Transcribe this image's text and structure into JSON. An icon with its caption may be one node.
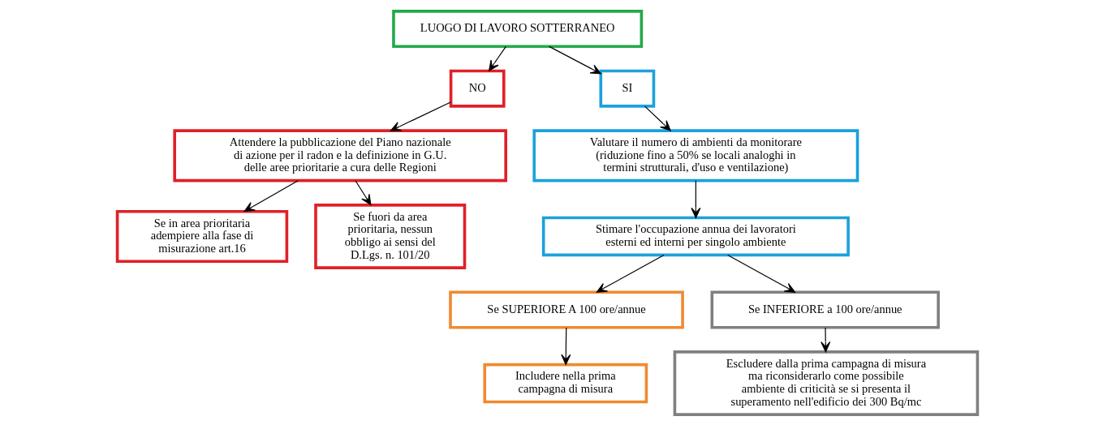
{
  "diagram": {
    "nodes": [
      {
        "text": [
          "LUOGO DI LAVORO SOTTERRANEO"
        ]
      },
      {
        "text": [
          "NO"
        ]
      },
      {
        "text": [
          "Attendere la pubblicazione del Piano nazionale di azione per il radon e la definizione in G.U. delle aree prioritarie a cura delle Regioni"
        ]
      },
      {
        "text": [
          "Se in area prioritaria adempiere alla fase di misurazione art.16"
        ]
      },
      {
        "text": [
          "Se fuori da area prioritaria, nessun obbligo ai sensi del D.Lgs. n. 101/20"
        ]
      },
      {
        "text": [
          "SI"
        ]
      },
      {
        "text": [
          "Valutare il numero di ambienti da monitorare (riduzione fino a 50% se locali analoghi in termini strutturali, d'uso e ventilazione)"
        ]
      },
      {
        "text": [
          "Stimare l'occupazione annua dei lavoratori esterni ed interni per singolo ambiente"
        ]
      },
      {
        "text": [
          "Se SUPERIORE A 100 ore/annue"
        ]
      },
      {
        "text": [
          "Includere nella prima campagna di misura"
        ]
      },
      {
        "text": [
          "Se INFERIORE a 100 ore/annue"
        ]
      },
      {
        "text": [
          "Escludere dalla prima campagna di misura ma riconsiderarlo come possibile ambiente di criticità se si presenta il superamento nell'edificio dei 300 Bq/mc"
        ]
      }
    ],
    "edges": [
      {
        "from": 0,
        "to": 1,
        "arrow": "to"
      },
      {
        "from": 0,
        "to": 5,
        "arrow": "to"
      },
      {
        "from": 1,
        "to": 2,
        "arrow": "to"
      },
      {
        "from": 2,
        "to": 3,
        "arrow": "to"
      },
      {
        "from": 2,
        "to": 4,
        "arrow": "to"
      },
      {
        "from": 5,
        "to": 6,
        "arrow": "to"
      },
      {
        "from": 6,
        "to": 7,
        "arrow": "to"
      },
      {
        "from": 7,
        "to": 8,
        "arrow": "to"
      },
      {
        "from": 7,
        "to": 10,
        "arrow": "to"
      },
      {
        "from": 8,
        "to": 9,
        "arrow": "to"
      },
      {
        "from": 10,
        "to": 11,
        "arrow": "to"
      }
    ]
  }
}
